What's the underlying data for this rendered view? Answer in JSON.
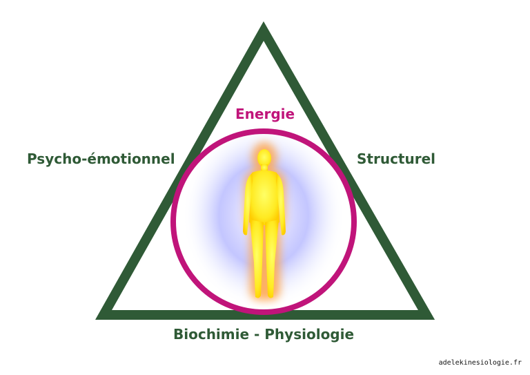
{
  "labels": {
    "energie": "Energie",
    "psycho": "Psycho-émotionnel",
    "structurel": "Structurel",
    "biochimie": "Biochimie - Physiologie"
  },
  "credit": "adelekinesiologie.fr",
  "colors": {
    "triangle": "#2f5a36",
    "circle": "#c0147a",
    "green_text": "#2f5a36",
    "magenta_text": "#c0147a",
    "glow_outer": "#9aa2ff",
    "figure": "#ffee33"
  },
  "icons": {
    "figure": "human-figure-icon"
  }
}
